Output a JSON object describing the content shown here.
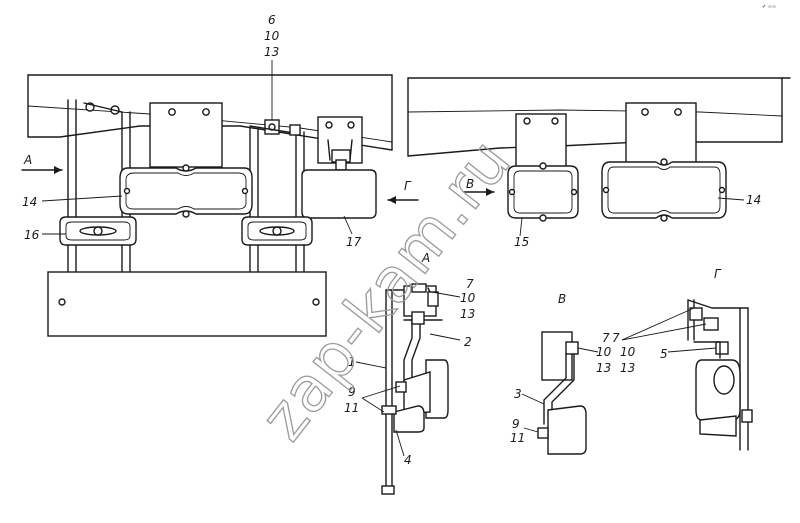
{
  "corner_mark": "✔ ∞∞",
  "watermark": "zap-kam.ru",
  "view_arrows": {
    "a": "А",
    "g": "Г",
    "v": "В"
  },
  "view_titles": {
    "a": "А",
    "v": "В",
    "g": "Г"
  },
  "labels": {
    "p1": "1",
    "p2": "2",
    "p3": "3",
    "p4": "4",
    "p5": "5",
    "p6": "6",
    "p10": "10",
    "p13": "13",
    "p14_left": "14",
    "p14_right": "14",
    "p15": "15",
    "p16": "16",
    "p17": "17",
    "a7": "7",
    "a10": "10",
    "a13": "13",
    "a9": "9",
    "a11": "11",
    "v7": "7",
    "v10": "10",
    "v13": "13",
    "v9": "9",
    "v11": "11",
    "g7": "7",
    "g10": "10",
    "g13": "13"
  }
}
